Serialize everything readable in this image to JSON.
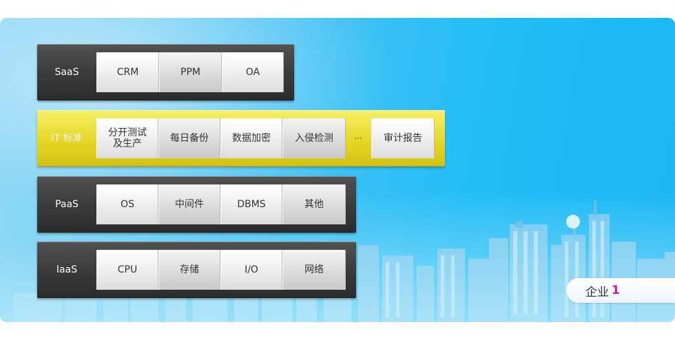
{
  "rows": {
    "saas": {
      "label": "SaaS",
      "items": [
        "CRM",
        "PPM",
        "OA"
      ]
    },
    "it_standard": {
      "label": "IT 标准",
      "items": [
        "分开测试\n及生产",
        "每日备份",
        "数据加密",
        "入侵检测",
        "···",
        "审计报告"
      ]
    },
    "paas": {
      "label": "PaaS",
      "items": [
        "OS",
        "中间件",
        "DBMS",
        "其他"
      ]
    },
    "iaas": {
      "label": "IaaS",
      "items": [
        "CPU",
        "存储",
        "I/O",
        "网络"
      ]
    }
  },
  "badge": {
    "text": "企业",
    "number": "1"
  },
  "colors": {
    "accent": "#c21aa8",
    "sky": "#22bdf6",
    "yellow": "#e6d726",
    "dark": "#3b3b3b"
  }
}
